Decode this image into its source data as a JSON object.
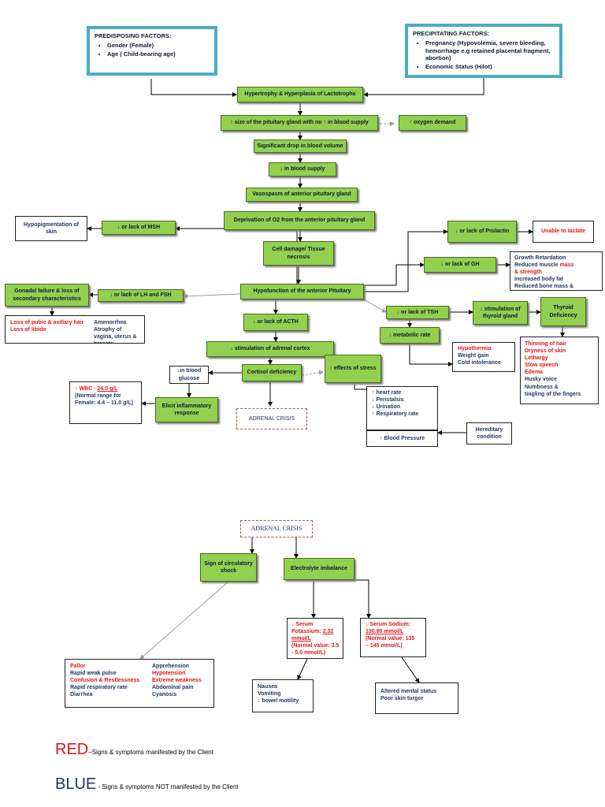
{
  "predisposing": {
    "title": "PREDISPOSING FACTORS:",
    "items": [
      "Gender (Female)",
      "Age ( Child-bearing age)"
    ]
  },
  "precipitating": {
    "title": "PRECIPITATING FACTORS:",
    "items": [
      "Pregnancy (Hypovolemia, severe bleeding, hemorrhage  e.g retained placental fragment, abortion)",
      "Economic Status (Hilot)"
    ]
  },
  "nodes": {
    "hypertrophy": "Hypertrophy & Hyperplasia of Lactotrophs",
    "pituitary_size": "↑ size of the pituitary gland with no ↑ in blood supply",
    "oxygen_demand": "↑ oxygen demand",
    "drop_blood": "Significant drop in blood volume",
    "blood_supply": "↓ in blood supply",
    "vasospasm": "Vasospasm of anterior pituitary gland",
    "deprivation": "Deprivation of O2 from the anterior pituitary gland",
    "cell_damage": "Cell damage/ Tissue necrosis",
    "hypofunction": "Hypofunction of the anterior Pituitary",
    "msh": "↓ or lack of MSH",
    "hypopigmentation": "Hypopigmentation of skin",
    "prolactin": "↓ or lack of Prolactin",
    "unable_lactate": "Unable to lactate",
    "gh": "↓ or lack of GH",
    "lh_fsh": "↓ or lack of LH and FSH",
    "gonadal": "Gonadal failure & loss of secondary characteristics",
    "acth": "↓ or lack of ACTH",
    "tsh": "↓ or lack of TSH",
    "thyroid_stim": "↓ stimulation of thyroid gland",
    "thyroid_def": "Thyroid Deficiency",
    "metabolic": "↓ metabolic rate",
    "adrenal_stim": "↓ stimulation of adrenal cortex",
    "cortisol": "Cortisol deficiency",
    "stress": "↑ effects of stress",
    "glucose": "↓in blood glucose",
    "inflammatory": "Elicit inflammatory response",
    "adrenal_crisis_1": "ADRENAL CRISIS",
    "bp": "↑ Blood Pressure",
    "hereditary": "Hereditary condition",
    "adrenal_crisis_2": "ADRENAL CRISIS",
    "circulatory": "Sign of circulatory shock",
    "electrolyte": "Electrolyte imbalance"
  },
  "gh_effects": {
    "lines": [
      {
        "text": "Growth Retardation",
        "tone": "blue"
      },
      {
        "text": "Reduced muscle ",
        "tone": "blue",
        "rest": "mass",
        "rest_tone": "red"
      },
      {
        "text": "& strength",
        "tone": "red"
      },
      {
        "text": "Increased body fat",
        "tone": "blue"
      },
      {
        "text": "Reduced bone mass &",
        "tone": "blue"
      }
    ]
  },
  "gonadal_effects": {
    "left": [
      {
        "text": "Loss of pubic & axillary hair",
        "tone": "red"
      },
      {
        "text": "Loss of libido",
        "tone": "red"
      }
    ],
    "right": [
      {
        "text": "Amenorrhea",
        "tone": "blue"
      },
      {
        "text": "Atrophy of",
        "tone": "blue"
      },
      {
        "text": "vagina, uterus &",
        "tone": "blue"
      },
      {
        "text": "breasts",
        "tone": "blue"
      }
    ]
  },
  "thyroid_effects": {
    "lines": [
      {
        "text": "Thinning of hair",
        "tone": "red"
      },
      {
        "text": "Dryness of skin",
        "tone": "red"
      },
      {
        "text": "Lethargy",
        "tone": "red"
      },
      {
        "text": "Slow speech",
        "tone": "red"
      },
      {
        "text": "Edema",
        "tone": "red"
      },
      {
        "text": "Husky voice",
        "tone": "blue"
      },
      {
        "text": "Numbness &",
        "tone": "blue"
      },
      {
        "text": "tingling of the fingers",
        "tone": "blue"
      }
    ]
  },
  "metabolic_effects": {
    "lines": [
      {
        "text": "Hypothermia",
        "tone": "red"
      },
      {
        "text": "Weight gain",
        "tone": "blue"
      },
      {
        "text": "Cold intolerance",
        "tone": "blue"
      }
    ]
  },
  "wbc": {
    "label": "↑ WBC - ",
    "value": "24.0 g/L",
    "normal_1": "(Normal range for",
    "normal_2": "Female: 4.4 – 11.0 g/L)"
  },
  "stress_effects": {
    "lines": [
      "↑ heart rate",
      "↓ Peristalsis",
      "↓ Urination",
      "↑ Respiratory rate"
    ]
  },
  "shock_signs": {
    "left": [
      {
        "text": "Pallor",
        "tone": "red"
      },
      {
        "text": "Rapid weak pulse",
        "tone": "blue"
      },
      {
        "text": "Confusion & Restlessness",
        "tone": "red"
      },
      {
        "text": "Rapid respiratory rate",
        "tone": "blue"
      },
      {
        "text": "Diarrhea",
        "tone": "blue"
      }
    ],
    "right": [
      {
        "text": "Apprehension",
        "tone": "blue"
      },
      {
        "text": "Hypotension",
        "tone": "red"
      },
      {
        "text": "Extreme weakness",
        "tone": "red"
      },
      {
        "text": "Abdominal pain",
        "tone": "blue"
      },
      {
        "text": "Cyanosis",
        "tone": "blue"
      }
    ]
  },
  "potassium": {
    "line1": "↓ Serum",
    "line2_a": "Potassium: ",
    "line2_b": "2.32",
    "line3": "mmol/L",
    "line4": "(Normal value: 3.5",
    "line5": "- 5.0 mmol/L)"
  },
  "sodium": {
    "line1": "↓ Serum Sodium:",
    "line2": "130.80 mmol/L",
    "line3": "(Normal value: 135",
    "line4": "– 145 mmol/L)"
  },
  "potassium_effects": {
    "lines": [
      "Nausea",
      "Vomiting",
      "↓ bowel motility"
    ]
  },
  "sodium_effects": {
    "lines": [
      "Altered mental status",
      "Poor skin turgor"
    ]
  },
  "legend": {
    "red_word": "RED",
    "red_text": "–Signs & symptoms manifested by the Client",
    "blue_word": "BLUE",
    "blue_text": " - Signs & symptoms NOT manifested by the Client",
    "red_color": "#e01515",
    "blue_color": "#1f3864"
  },
  "colors": {
    "node_green": "#92d050",
    "frame_teal": "#4bacc6",
    "dash_red": "#c0504d"
  }
}
